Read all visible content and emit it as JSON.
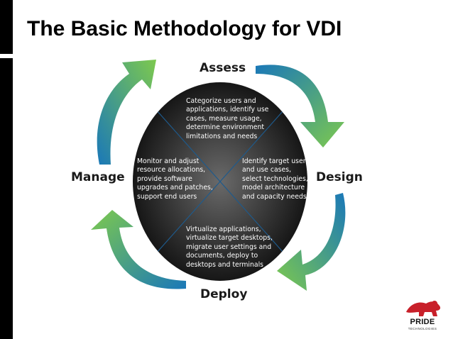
{
  "title": "The Basic Methodology for VDI",
  "stages": {
    "assess": "Assess",
    "design": "Design",
    "deploy": "Deploy",
    "manage": "Manage"
  },
  "quadrants": {
    "assess": [
      "Categorize users and",
      "applications, identify use",
      "cases, measure usage,",
      "determine environment",
      "limitations and needs"
    ],
    "design": [
      "Identify target users",
      "and use cases,",
      "select technologies,",
      "model architecture",
      "and capacity needs"
    ],
    "deploy": [
      "Virtualize applications,",
      "virtualize target desktops,",
      "migrate user settings and",
      "documents, deploy to",
      "desktops and terminals"
    ],
    "manage": [
      "Monitor and adjust",
      "resource allocations,",
      "provide software",
      "upgrades and patches,",
      "support end users"
    ]
  },
  "logo": {
    "name": "PRIDE",
    "tagline": "TECHNOLOGIES"
  },
  "colors": {
    "arrow_blue": "#1a78b8",
    "arrow_green": "#7dc94e",
    "circle_center": "#6a6a6a",
    "circle_edge": "#0e0e0e",
    "divider": "#1e5a8c",
    "logo_red": "#c8202a"
  }
}
